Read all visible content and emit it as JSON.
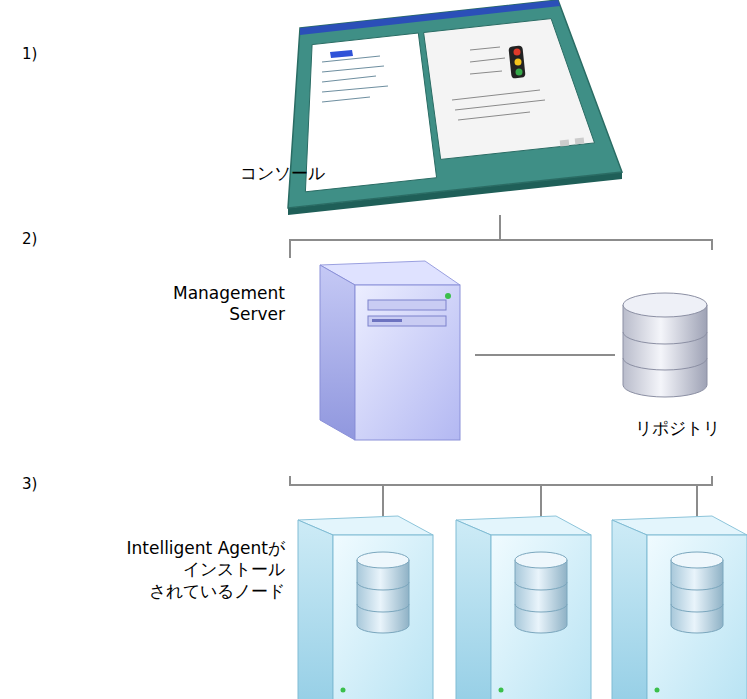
{
  "diagram": {
    "nodes": [
      {
        "text": [
          "コンソール"
        ]
      },
      {
        "text": [
          "Management Server"
        ]
      },
      {
        "text": [
          "リポジトリ"
        ]
      },
      {
        "text": [
          "Intelligent Agentが インストール されているノード"
        ]
      }
    ],
    "edges": [
      {
        "from": 0,
        "to": 1,
        "arrow": "none"
      },
      {
        "from": 0,
        "to": 2,
        "arrow": "none"
      },
      {
        "from": 1,
        "to": 2,
        "arrow": "none"
      },
      {
        "from": 1,
        "to": 3,
        "arrow": "none"
      },
      {
        "from": 2,
        "to": 3,
        "arrow": "none"
      }
    ],
    "labels": [
      "1)",
      "2)",
      "3)"
    ]
  }
}
